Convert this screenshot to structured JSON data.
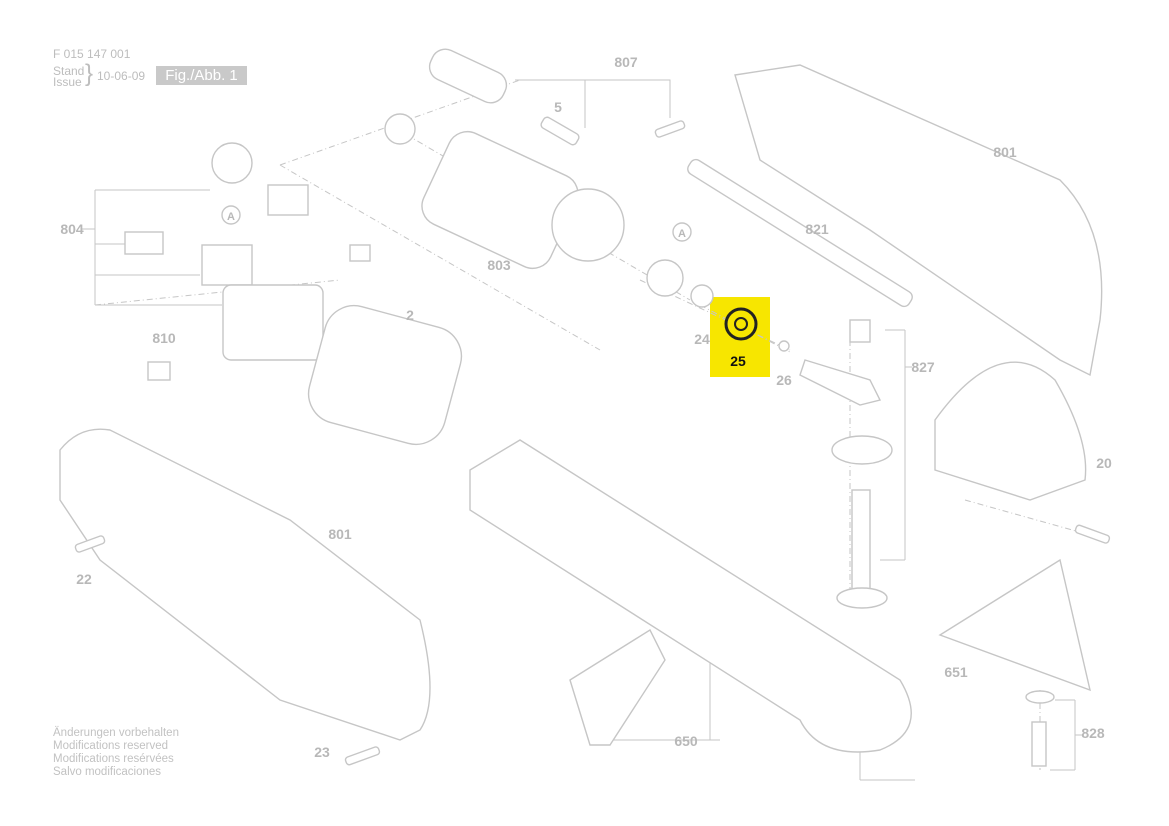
{
  "header": {
    "part_number": "F 015 147 001",
    "stand_label": "Stand",
    "issue_label": "Issue",
    "date": "10-06-09",
    "figure_label": "Fig./Abb. 1"
  },
  "notes": [
    "Änderungen vorbehalten",
    "Modifications reserved",
    "Modifications resérvées",
    "Salvo modificaciones"
  ],
  "highlight": {
    "part": "25",
    "color": "#f7e600"
  },
  "callouts": [
    "807",
    "5",
    "801",
    "804",
    "803",
    "821",
    "A",
    "A",
    "810",
    "2",
    "24",
    "25",
    "26",
    "827",
    "20",
    "801",
    "22",
    "651",
    "650",
    "828",
    "23"
  ]
}
